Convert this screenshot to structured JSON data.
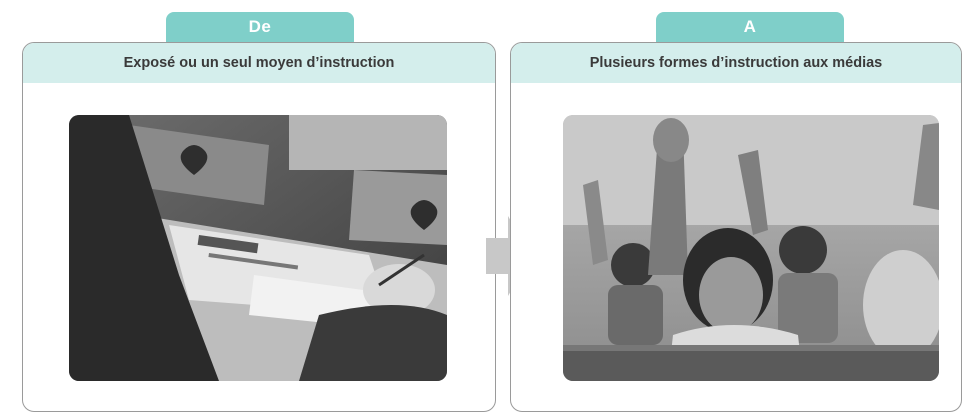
{
  "from": {
    "tab_label": "De",
    "title": "Exposé ou un seul moyen d’instruction"
  },
  "to": {
    "tab_label": "A",
    "title": "Plusieurs formes d’instruction aux médias"
  },
  "colors": {
    "tab": "#7fcfc9",
    "header": "#d4eeec",
    "border": "#9a9a9a",
    "arrow": "#c8c8c8"
  }
}
